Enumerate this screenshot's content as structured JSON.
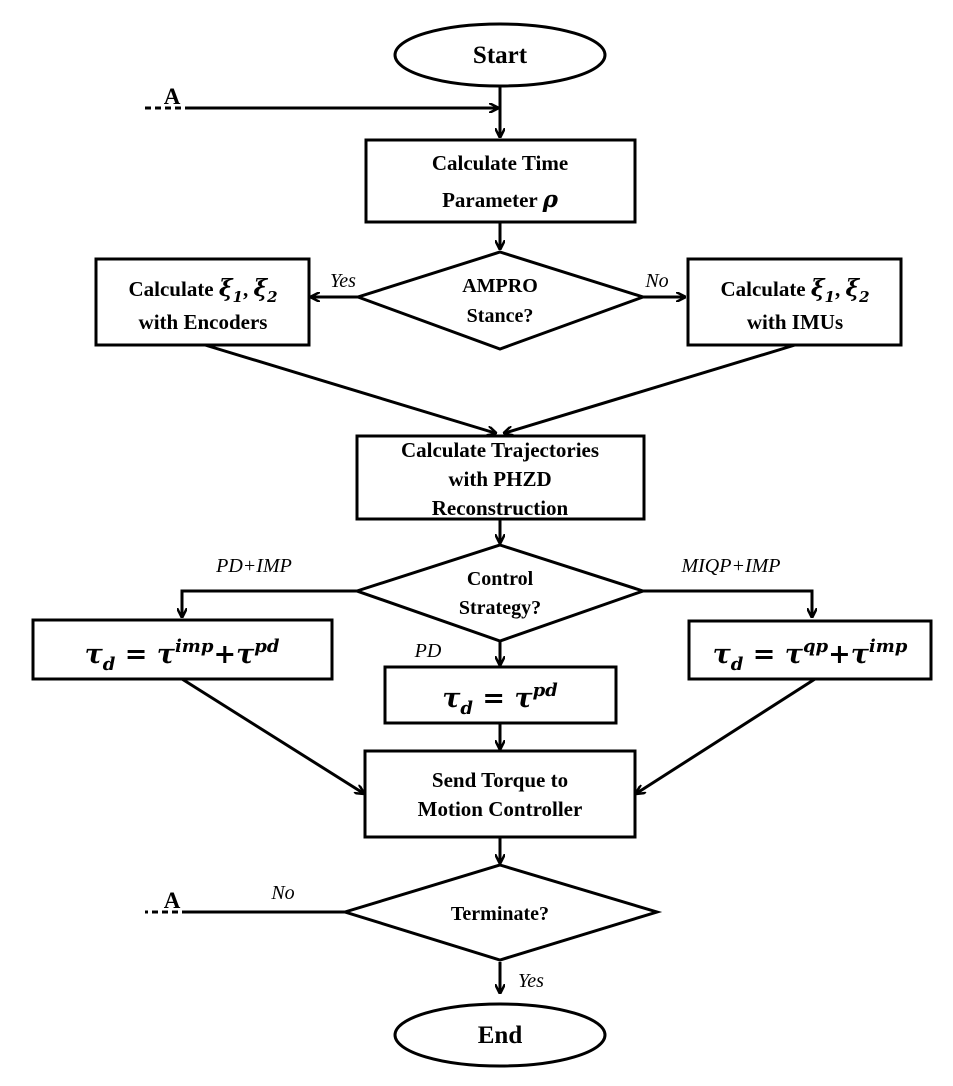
{
  "nodes": {
    "start": "Start",
    "time_param": {
      "line1": "Calculate Time",
      "line2": "Parameter",
      "symbol": "ρ"
    },
    "stance": {
      "line1": "AMPRO",
      "line2": "Stance?"
    },
    "encoders": {
      "prefix": "Calculate",
      "xi1": "ξ",
      "sub1": "1",
      "sep": ",",
      "xi2": "ξ",
      "sub2": "2",
      "line2": "with Encoders"
    },
    "imus": {
      "prefix": "Calculate",
      "xi1": "ξ",
      "sub1": "1",
      "sep": ",",
      "xi2": "ξ",
      "sub2": "2",
      "line2": "with IMUs"
    },
    "trajectories": {
      "line1": "Calculate Trajectories",
      "line2": "with PHZD",
      "line3": "Reconstruction"
    },
    "strategy": {
      "line1": "Control",
      "line2": "Strategy?"
    },
    "torque_left": {
      "tau": "τ",
      "sub": "d",
      "eq": " = ",
      "term1": "τ",
      "sup1": "imp",
      "plus": "+",
      "term2": "τ",
      "sup2": "pd"
    },
    "torque_mid": {
      "tau": "τ",
      "sub": "d",
      "eq": " = ",
      "term1": "τ",
      "sup1": "pd"
    },
    "torque_right": {
      "tau": "τ",
      "sub": "d",
      "eq": " = ",
      "term1": "τ",
      "sup1": "qp",
      "plus": "+",
      "term2": "τ",
      "sup2": "imp"
    },
    "send": {
      "line1": "Send Torque to",
      "line2": "Motion Controller"
    },
    "terminate": "Terminate?",
    "end": "End"
  },
  "connectors": {
    "top": "A",
    "bottom": "A"
  },
  "edge_labels": {
    "stance_yes": "Yes",
    "stance_no": "No",
    "pd_imp": "PD+IMP",
    "miqp_imp": "MIQP+IMP",
    "pd": "PD",
    "terminate_no": "No",
    "terminate_yes": "Yes"
  }
}
